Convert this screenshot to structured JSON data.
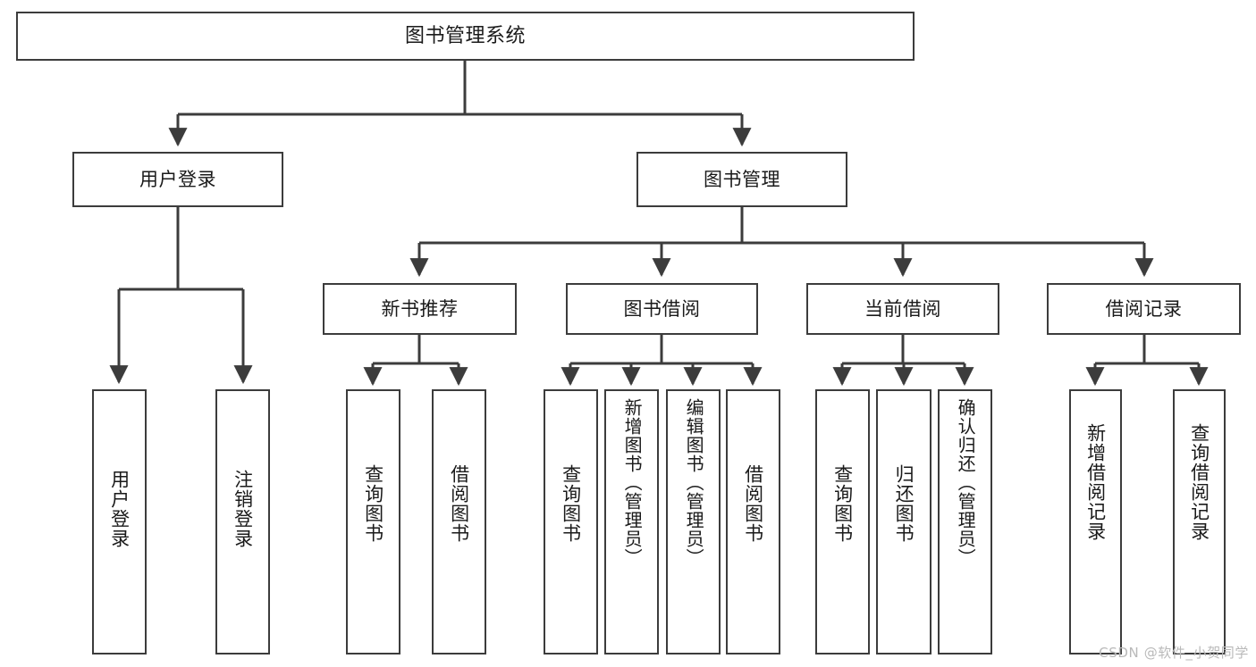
{
  "diagram": {
    "title": "图书管理系统",
    "type": "tree",
    "orientation": "top-down",
    "line_color": "#3c3c3c",
    "box_fill": "#ffffff",
    "text_color": "#1a1a1a",
    "nodes": {
      "root": {
        "label": "图书管理系统"
      },
      "level2": [
        {
          "id": "user-login",
          "label": "用户登录"
        },
        {
          "id": "book-manage",
          "label": "图书管理"
        }
      ],
      "level3": [
        {
          "id": "new-book-recommend",
          "label": "新书推荐"
        },
        {
          "id": "book-borrow",
          "label": "图书借阅"
        },
        {
          "id": "current-borrow",
          "label": "当前借阅"
        },
        {
          "id": "borrow-record",
          "label": "借阅记录"
        }
      ],
      "leaves": {
        "user_login": [
          {
            "id": "leaf-user-login",
            "label": "用户登录"
          },
          {
            "id": "leaf-user-logout",
            "label": "注销登录"
          }
        ],
        "new_book_recommend": [
          {
            "id": "leaf-query-book-1",
            "label": "查询图书"
          },
          {
            "id": "leaf-borrow-book-1",
            "label": "借阅图书"
          }
        ],
        "book_borrow": [
          {
            "id": "leaf-query-book-2",
            "label": "查询图书"
          },
          {
            "id": "leaf-add-book",
            "label": "新增图书（管理员）"
          },
          {
            "id": "leaf-edit-book",
            "label": "编辑图书（管理员）"
          },
          {
            "id": "leaf-borrow-book-2",
            "label": "借阅图书"
          }
        ],
        "current_borrow": [
          {
            "id": "leaf-query-book-3",
            "label": "查询图书"
          },
          {
            "id": "leaf-return-book",
            "label": "归还图书"
          },
          {
            "id": "leaf-confirm-return",
            "label": "确认归还（管理员）"
          }
        ],
        "borrow_record": [
          {
            "id": "leaf-add-record",
            "label": "新增借阅记录"
          },
          {
            "id": "leaf-query-record",
            "label": "查询借阅记录"
          }
        ]
      }
    }
  },
  "watermark": {
    "text": "CSDN @软件_小贺同学"
  }
}
